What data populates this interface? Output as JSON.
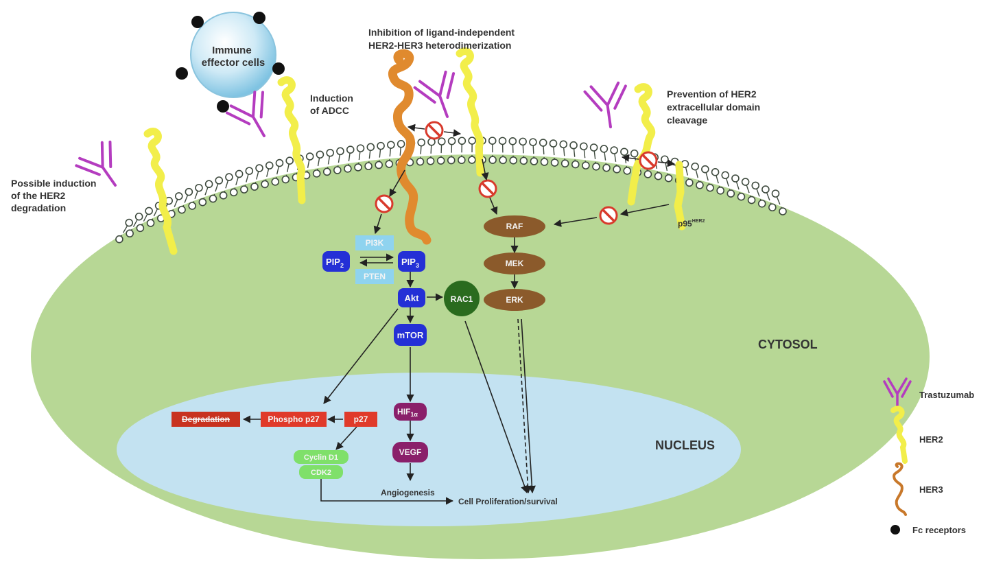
{
  "labels": {
    "immune": [
      "Immune",
      "effector cells"
    ],
    "inhibition": [
      "Inhibition of ligand-independent",
      "HER2-HER3 heterodimerization"
    ],
    "adcc": [
      "Induction",
      "of ADCC"
    ],
    "prevention": [
      "Prevention of HER2",
      "extracellular domain",
      "cleavage"
    ],
    "degradation": [
      "Possible induction",
      "of the HER2",
      "degradation"
    ],
    "p95": "p95",
    "p95_sup": "HER2",
    "cytosol": "CYTOSOL",
    "nucleus": "NUCLEUS",
    "angiogenesis": "Angiogenesis",
    "proliferation": "Cell Proliferation/survival"
  },
  "nodes": {
    "pi3k": "PI3K",
    "pten": "PTEN",
    "pip2": "PIP",
    "pip2_sub": "2",
    "pip3": "PIP",
    "pip3_sub": "3",
    "akt": "Akt",
    "mtor": "mTOR",
    "rac1": "RAC1",
    "raf": "RAF",
    "mek": "MEK",
    "erk": "ERK",
    "hif": "HIF",
    "hif_sub": "1α",
    "vegf": "VEGF",
    "p27": "p27",
    "phospho_p27": "Phospho p27",
    "degradation_box": "Degradation",
    "cyclin": "Cyclin D1",
    "cdk": "CDK2"
  },
  "legend": [
    {
      "label": "Trastuzumab",
      "icon": "antibody-icon"
    },
    {
      "label": "HER2",
      "icon": "her2-receptor-icon"
    },
    {
      "label": "HER3",
      "icon": "her3-receptor-icon"
    },
    {
      "label": "Fc receptors",
      "icon": "dot-icon"
    }
  ],
  "colors": {
    "cytosol": "#b7d795",
    "nucleus": "#c3e2f1",
    "membrane": "#3e4a3e",
    "her2": "#f2ee4a",
    "her3": "#e08a2e",
    "antibody": "#b43cbf",
    "pi3k_box": "#8fd3ef",
    "pip_box": "#2430d6",
    "raf_oval": "#8b5a2b",
    "rac1": "#2a6b1e",
    "hif_box": "#8a1f6a",
    "red_box": "#e03a2a",
    "green_box": "#7fe06a",
    "inhibit_sign": "#d83a2c"
  }
}
